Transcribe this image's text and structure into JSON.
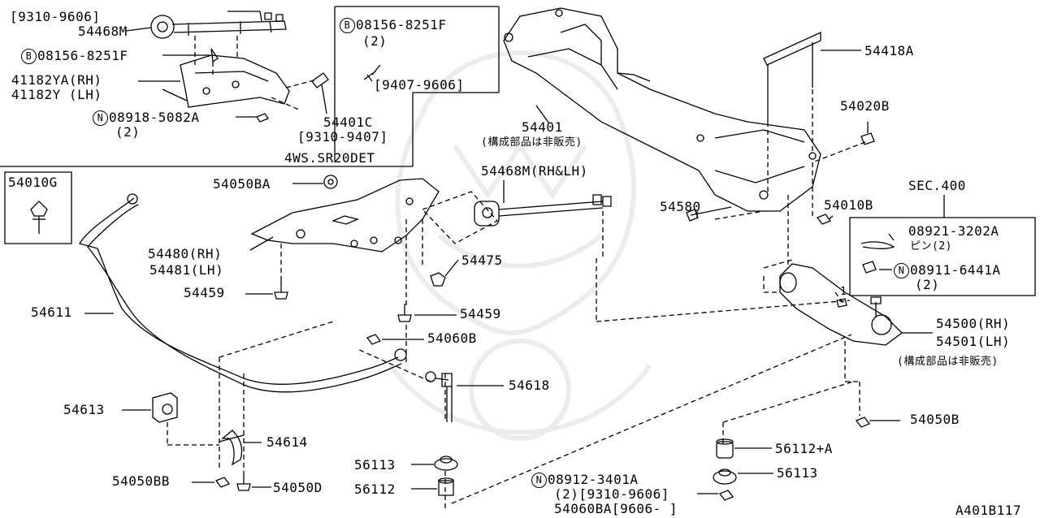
{
  "diagram": {
    "code": "A401B117",
    "labels": {
      "l_9310_9606_top": "[9310-9606]",
      "l_54468M": "54468M",
      "l_b_08156_top_right": "08156-8251F",
      "l_b_qty2": "(2)",
      "l_b_08156_left": "08156-8251F",
      "l_9407_9606": "[9407-9606]",
      "l_41182YA": "41182YA(RH)",
      "l_41182Y": "41182Y (LH)",
      "l_n_08918": "08918-5082A",
      "l_n_08918_qty": "(2)",
      "l_54401C": "54401C",
      "l_9310_9407": "[9310-9407]",
      "l_4ws": "4WS.SR20DET",
      "l_54401": "54401",
      "l_54401_note": "(構成部品は非販売)",
      "l_54418A": "54418A",
      "l_54020B": "54020B",
      "l_54010G": "54010G",
      "l_54050BA": "54050BA",
      "l_54468M_rhlh": "54468M(RH&LH)",
      "l_54580": "54580",
      "l_54010B": "54010B",
      "l_sec400": "SEC.400",
      "l_08921": "08921-3202A",
      "l_pin": "ピン(2)",
      "l_n_08911": "08911-6441A",
      "l_n_08911_qty": "(2)",
      "l_54480": "54480(RH)",
      "l_54481": "54481(LH)",
      "l_54475": "54475",
      "l_54459_a": "54459",
      "l_54459_b": "54459",
      "l_54611": "54611",
      "l_54060B": "54060B",
      "l_54500": "54500(RH)",
      "l_54501": "54501(LH)",
      "l_545_note": "(構成部品は非販売)",
      "l_54618": "54618",
      "l_54613": "54613",
      "l_54050B": "54050B",
      "l_54614": "54614",
      "l_56112A": "56112+A",
      "l_56113_r": "56113",
      "l_56113_l": "56113",
      "l_n_08912": "08912-3401A",
      "l_08912_qty": "(2)[9310-9606]",
      "l_54060BA": "54060BA[9606-    ]",
      "l_56112": "56112",
      "l_54050BB": "54050BB",
      "l_54050D": "54050D",
      "l_one": "1"
    },
    "markers": {
      "b": "B",
      "n": "N"
    }
  }
}
